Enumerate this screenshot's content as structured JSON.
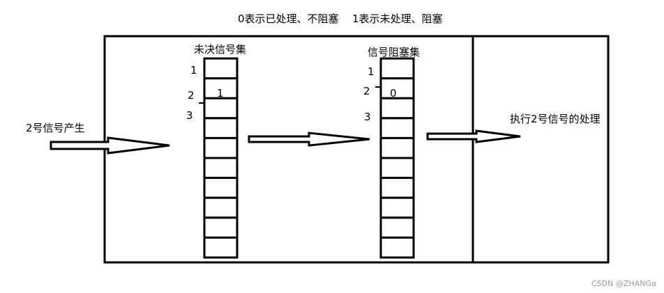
{
  "legend": {
    "zero_meaning": "0表示已处理、不阻塞",
    "one_meaning": "1表示未处理、阻塞"
  },
  "input": {
    "label": "2号信号产生"
  },
  "pending_set": {
    "title": "未决信号集",
    "row_labels": [
      "1",
      "2",
      "3"
    ],
    "values": [
      "",
      "1"
    ],
    "cell_count": 10
  },
  "block_set": {
    "title": "信号阻塞集",
    "row_labels": [
      "1",
      "2",
      "3"
    ],
    "values": [
      "",
      "0"
    ],
    "cell_count": 10
  },
  "handler": {
    "label": "执行2号信号的处理"
  },
  "watermark": "CSDN @ZHANGα"
}
